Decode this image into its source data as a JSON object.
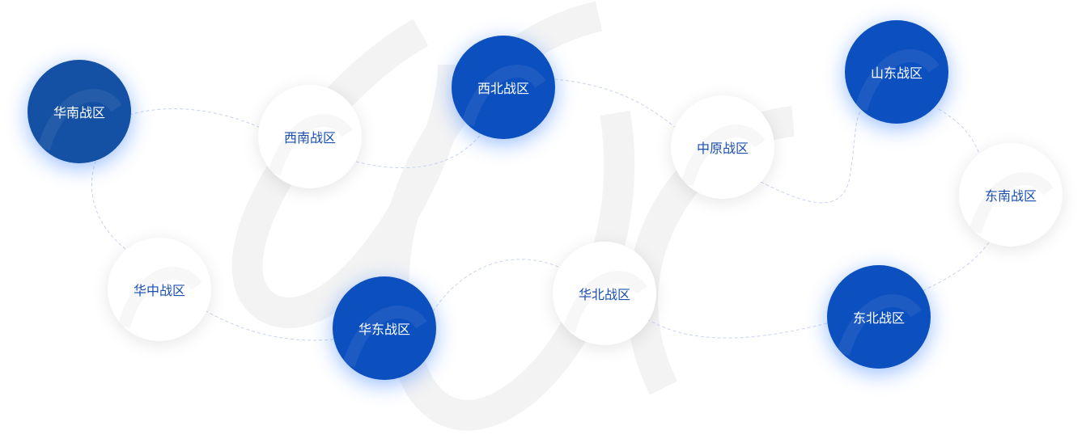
{
  "colors": {
    "blue": "#0c4fbf",
    "dark_blue": "#1450a3",
    "white_text": "#1a4fb0",
    "link": "#c9d3ee"
  },
  "nodes": [
    {
      "id": "huanan",
      "label": "华南战区",
      "style": "dark"
    },
    {
      "id": "xinan",
      "label": "西南战区",
      "style": "white"
    },
    {
      "id": "xibei",
      "label": "西北战区",
      "style": "blue"
    },
    {
      "id": "zhongyuan",
      "label": "中原战区",
      "style": "white"
    },
    {
      "id": "shandong",
      "label": "山东战区",
      "style": "blue"
    },
    {
      "id": "dongnan",
      "label": "东南战区",
      "style": "white"
    },
    {
      "id": "huazhong",
      "label": "华中战区",
      "style": "white"
    },
    {
      "id": "huadong",
      "label": "华东战区",
      "style": "blue"
    },
    {
      "id": "huabei",
      "label": "华北战区",
      "style": "white"
    },
    {
      "id": "dongbei",
      "label": "东北战区",
      "style": "blue"
    }
  ]
}
